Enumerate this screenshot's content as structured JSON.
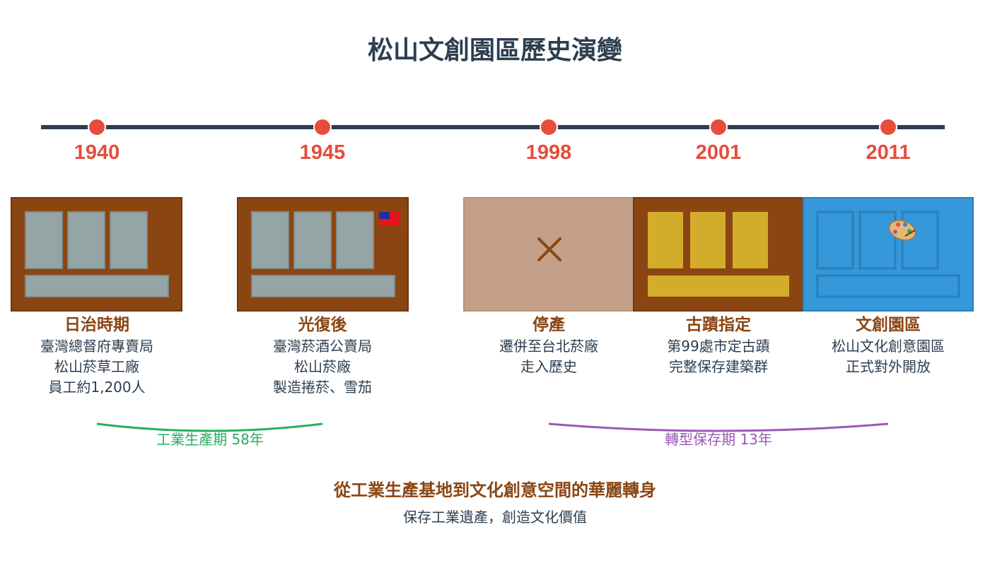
{
  "title": "松山文創園區歷史演變",
  "milestones": [
    {
      "year": "1940",
      "title": "日治時期",
      "lines": [
        "臺灣總督府專賣局",
        "松山菸草工廠",
        "員工約1,200人"
      ]
    },
    {
      "year": "1945",
      "title": "光復後",
      "lines": [
        "臺灣菸酒公賣局",
        "松山菸廠",
        "製造捲菸、雪茄"
      ]
    },
    {
      "year": "1998",
      "title": "停產",
      "lines": [
        "遷併至台北菸廠",
        "走入歷史"
      ]
    },
    {
      "year": "2001",
      "title": "古蹟指定",
      "lines": [
        "第99處市定古蹟",
        "完整保存建築群"
      ]
    },
    {
      "year": "2011",
      "title": "文創園區",
      "lines": [
        "松山文化創意園區",
        "正式對外開放"
      ]
    }
  ],
  "periods": [
    {
      "label": "工業生產期 58年",
      "color": "#27ae60"
    },
    {
      "label": "轉型保存期 13年",
      "color": "#9b59b6"
    }
  ],
  "summary": {
    "main": "從工業生產基地到文化創意空間的華麗轉身",
    "sub": "保存工業遺產，創造文化價值"
  },
  "colors": {
    "timeline": "#2c3e50",
    "dot": "#e74c3c",
    "brick": "#8b4513",
    "window_gray": "#95a5a6",
    "closed": "#c4a088",
    "gold": "#d4ac2b",
    "blue": "#3498db"
  },
  "icons": {
    "flag": "flag-icon",
    "closed": "close-x-icon",
    "art": "art-palette-icon"
  }
}
